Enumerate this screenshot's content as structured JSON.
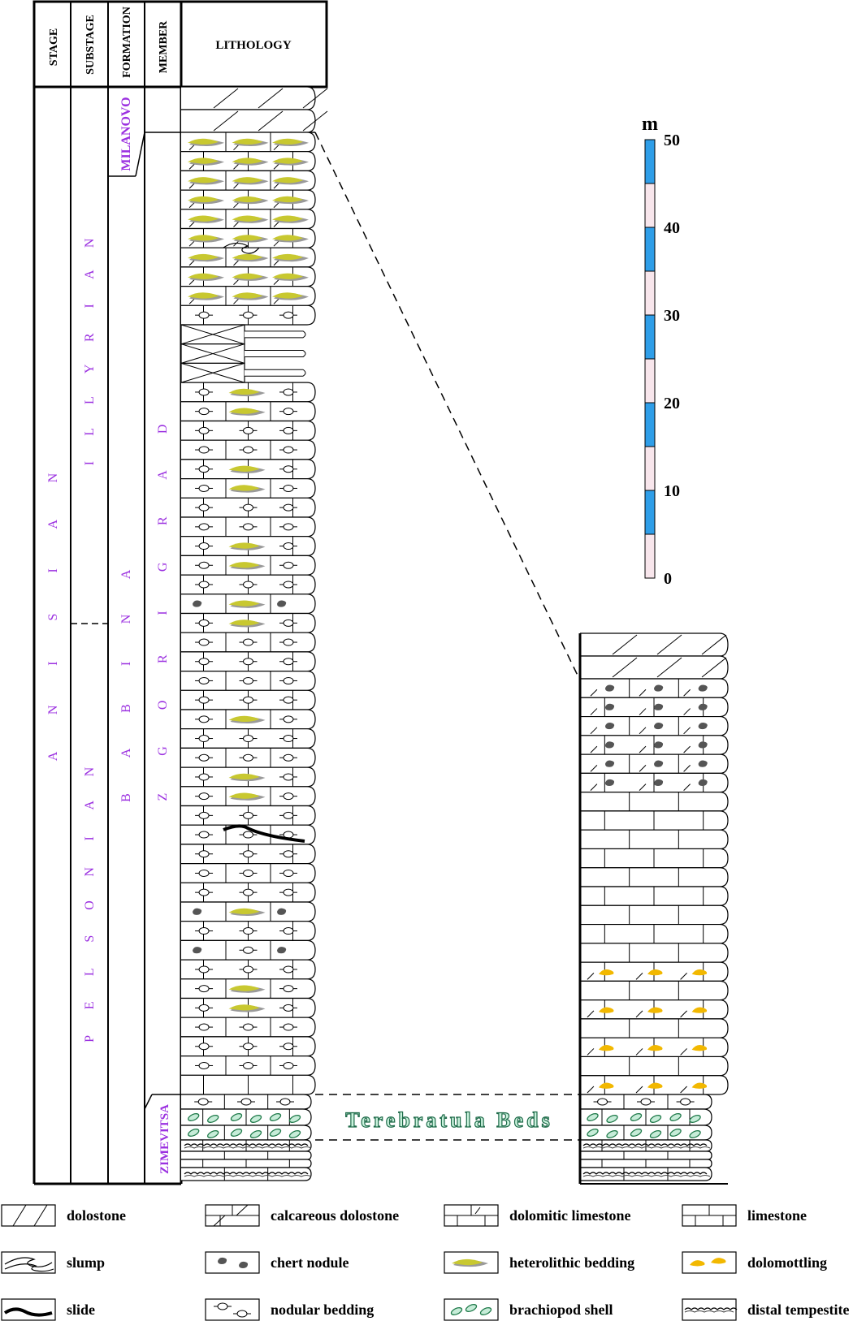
{
  "headers": {
    "stage": "STAGE",
    "substage": "SUBSTAGE",
    "formation": "FORMATION",
    "member": "MEMBER",
    "lithology": "LITHOLOGY"
  },
  "stage_name": "ANISIAN",
  "substages": {
    "upper": "ILLYRIAN",
    "lower": "PELSONIAN"
  },
  "formations": {
    "upper": "MILANOVO",
    "lower": "BABINA"
  },
  "members": {
    "upper": "ZGORIGRAD",
    "lower": "ZIMEVITSA"
  },
  "terebratula_label": "Terebratula Beds",
  "scale": {
    "unit": "m",
    "ticks": [
      "0",
      "10",
      "20",
      "30",
      "40",
      "50"
    ],
    "fill_colors": [
      "#f8e6ec",
      "#2f9ee8"
    ]
  },
  "legend": [
    {
      "key": "dolostone",
      "label": "dolostone"
    },
    {
      "key": "calc-dolostone",
      "label": "calcareous dolostone"
    },
    {
      "key": "dolomitic-limestone",
      "label": "dolomitic limestone"
    },
    {
      "key": "limestone",
      "label": "limestone"
    },
    {
      "key": "slump",
      "label": "slump"
    },
    {
      "key": "chert-nodule",
      "label": "chert nodule"
    },
    {
      "key": "heterolithic",
      "label": "heterolithic bedding"
    },
    {
      "key": "dolomottling",
      "label": "dolomottling"
    },
    {
      "key": "slide",
      "label": "slide"
    },
    {
      "key": "nodular",
      "label": "nodular bedding"
    },
    {
      "key": "brachiopod",
      "label": "brachiopod shell"
    },
    {
      "key": "tempestite",
      "label": "distal tempestite"
    }
  ],
  "colors": {
    "label_purple": "#9b30e0",
    "terebratula_text": "#1f6b4a",
    "terebratula_fill": "#c8f2dc",
    "chert": "#555555",
    "heterolithic_yellow": "#c8c830",
    "heterolithic_grey": "#9a9a9a",
    "dolomottle": "#f2b800",
    "brachiopod_fill": "#c6ecd8",
    "brachiopod_stroke": "#1f7a4a"
  }
}
